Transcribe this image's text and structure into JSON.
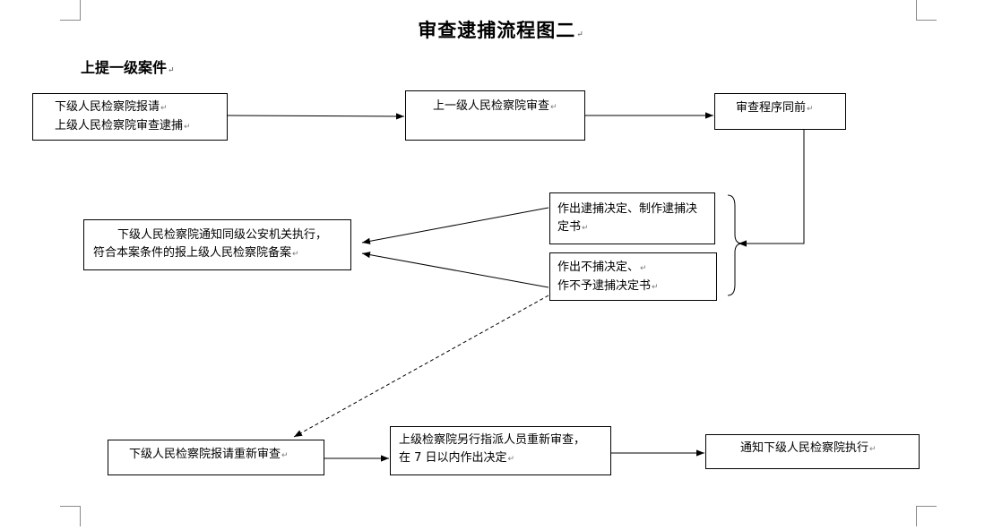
{
  "diagram": {
    "title": "审查逮捕流程图二",
    "subtitle": "上提一级案件",
    "boxes": {
      "request": {
        "lines": [
          "下级人民检察院报请",
          "上级人民检察院审查逮捕"
        ]
      },
      "review": {
        "lines": [
          "上一级人民检察院审查"
        ]
      },
      "procedure": {
        "lines": [
          "审查程序同前"
        ]
      },
      "arrest_decision": {
        "lines": [
          "作出逮捕决定、制作逮捕决",
          "定书"
        ]
      },
      "no_arrest": {
        "lines": [
          "作出不捕决定、",
          "作不予逮捕决定书"
        ]
      },
      "notify_police": {
        "lines": [
          "下级人民检察院通知同级公安机关执行，",
          "符合本案条件的报上级人民检察院备案"
        ]
      },
      "rereview_request": {
        "lines": [
          "下级人民检察院报请重新审查"
        ]
      },
      "reassign": {
        "lines": [
          "上级检察院另行指派人员重新审查，",
          "在 7 日以内作出决定"
        ]
      },
      "notify_execute": {
        "lines": [
          "通知下级人民检察院执行"
        ]
      }
    }
  }
}
